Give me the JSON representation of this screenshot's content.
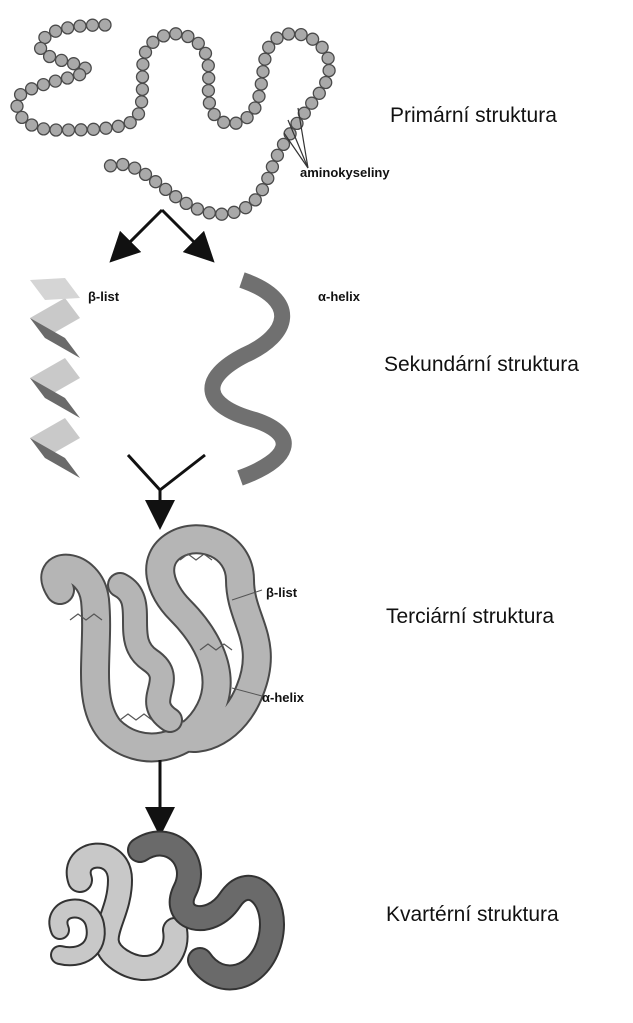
{
  "levels": {
    "primary": "Primární struktura",
    "secondary": "Sekundární struktura",
    "tertiary": "Terciární struktura",
    "quaternary": "Kvartérní struktura"
  },
  "annotations": {
    "amino_acids": "aminokyseliny",
    "beta_sheet": "β-list",
    "alpha_helix": "α-helix",
    "tertiary_beta": "β-list",
    "tertiary_alpha": "α-helix"
  },
  "colors": {
    "bead": "#a9a9a9",
    "outline": "#4a4a4a",
    "sheet_light": "#c9c9c9",
    "sheet_dark": "#6a6a6a",
    "helix": "#707070",
    "tertiary_fill": "#b5b5b5",
    "quaternary_light": "#c8c8c8",
    "quaternary_dark": "#6a6a6a",
    "arrow": "#111111"
  }
}
